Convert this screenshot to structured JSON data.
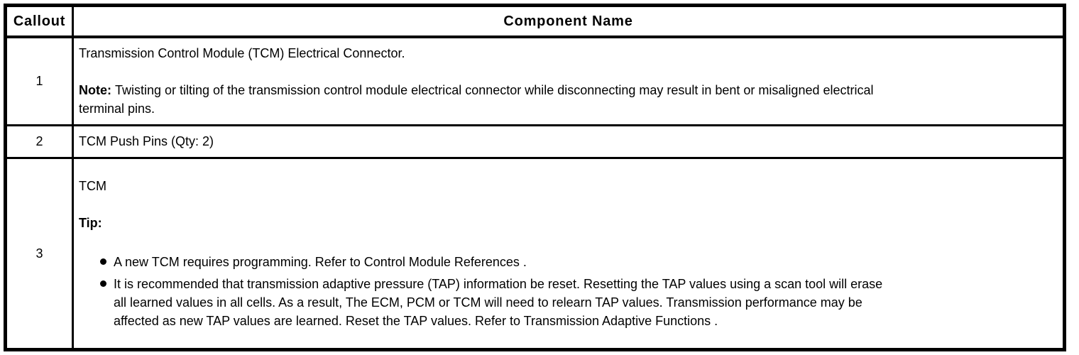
{
  "colors": {
    "background": "#ffffff",
    "border": "#000000",
    "text": "#000000"
  },
  "table": {
    "headers": [
      "Callout",
      "Component Name"
    ],
    "rows": [
      {
        "callout": "1",
        "title": "Transmission Control Module (TCM) Electrical Connector.",
        "note_label": "Note:",
        "note_text": "Twisting or tilting of the transmission control module electrical connector while disconnecting may result in bent or misaligned electrical terminal pins."
      },
      {
        "callout": "2",
        "title": "TCM Push Pins (Qty: 2)"
      },
      {
        "callout": "3",
        "title": "TCM",
        "tip_label": "Tip:",
        "bullets": [
          "A new TCM requires programming. Refer to Control Module References .",
          "It is recommended that transmission adaptive pressure (TAP) information be reset. Resetting the TAP values using a scan tool will erase all learned values in all cells. As a result, The ECM, PCM or TCM will need to relearn TAP values. Transmission performance may be affected as new TAP values are learned. Reset the TAP values. Refer to Transmission Adaptive Functions ."
        ]
      }
    ]
  }
}
